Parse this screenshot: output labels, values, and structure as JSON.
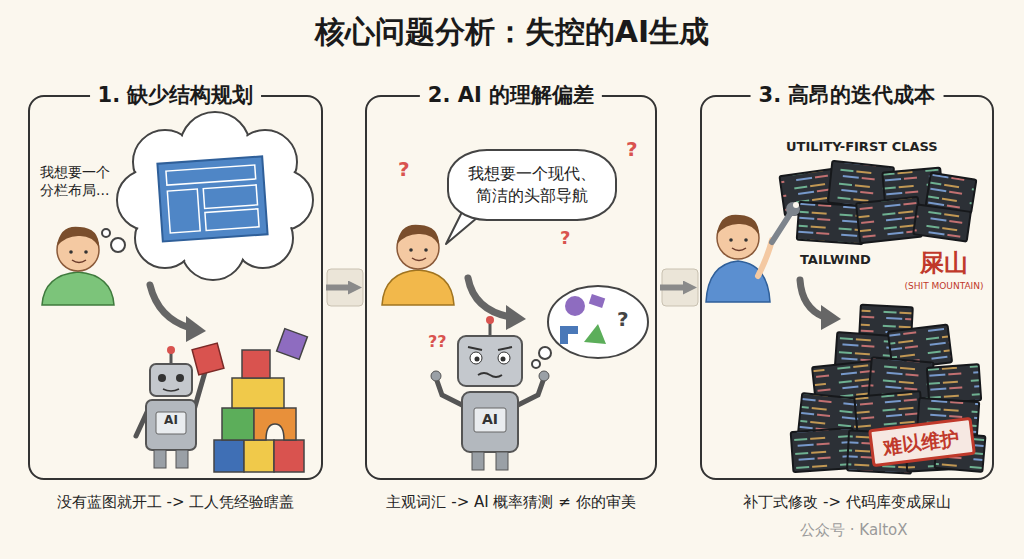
{
  "diagram": {
    "title": "核心问题分析：失控的AI生成",
    "nodes": [
      {
        "text": [
          "1. 缺少结构规划"
        ]
      },
      {
        "text": [
          "2. AI 的理解偏差"
        ]
      },
      {
        "text": [
          "3. 高昂的迭代成本"
        ]
      },
      {
        "text": [
          "我想要一个现代、简洁的头部导航"
        ],
        "in": 1
      },
      {
        "text": [
          "难以维护"
        ],
        "in": 2
      }
    ],
    "edges": [
      {
        "from": 0,
        "to": 1,
        "arrow": "to"
      },
      {
        "from": 1,
        "to": 2,
        "arrow": "to"
      }
    ],
    "labels": [
      "我想要一个分栏布局...",
      "AI",
      "?",
      "?",
      "?",
      "??",
      "?",
      "AI",
      "UTILITY-FIRST CLASS",
      "TAILWIND",
      "屎山",
      "(SHIT MOUNTAIN)",
      "没有蓝图就开工 -> 工人凭经验瞎盖",
      "主观词汇 -> AI 概率猜测 ≠ 你的审美",
      "补丁式修改 -> 代码库变成屎山",
      "公众号 · KaltoX"
    ]
  }
}
